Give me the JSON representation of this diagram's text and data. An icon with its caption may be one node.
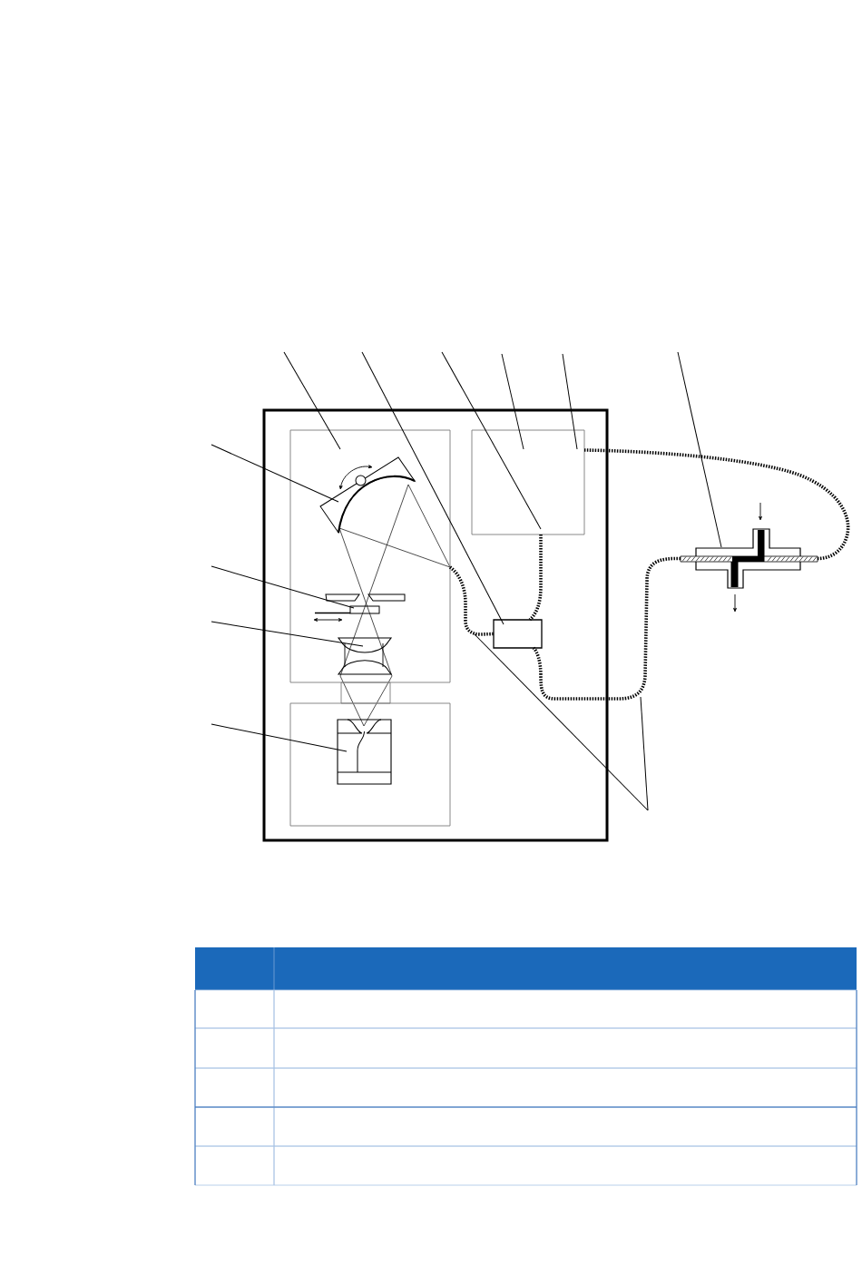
{
  "diagram": {
    "nodes": [
      {
        "text": [],
        "shape": "box"
      },
      {
        "text": [],
        "shape": "box",
        "in": 0
      },
      {
        "text": [],
        "shape": "picture",
        "in": 1
      },
      {
        "text": [],
        "shape": "picture",
        "in": 1
      },
      {
        "text": [],
        "shape": "picture",
        "in": 1
      },
      {
        "text": [],
        "shape": "box",
        "in": 0
      },
      {
        "text": [],
        "shape": "box",
        "in": 0
      },
      {
        "text": [],
        "shape": "box",
        "in": 0
      },
      {
        "text": [],
        "shape": "picture",
        "in": 7
      },
      {
        "text": [],
        "shape": "picture"
      },
      {
        "text": [],
        "shape": "picture",
        "in": 1
      },
      {
        "text": [],
        "shape": "box",
        "in": 0
      }
    ],
    "edges": [
      {
        "from": 5,
        "to": 9,
        "arrow": "none",
        "style": "dashed"
      },
      {
        "from": 9,
        "to": 6,
        "arrow": "none",
        "style": "dashed"
      },
      {
        "from": 5,
        "to": 6,
        "arrow": "none",
        "style": "dashed"
      },
      {
        "from": 1,
        "to": 6,
        "arrow": "none",
        "style": "dashed"
      },
      {
        "from": null,
        "to": 1,
        "arrow": "none"
      },
      {
        "from": null,
        "to": 6,
        "arrow": "none"
      },
      {
        "from": null,
        "to": 5,
        "arrow": "none"
      },
      {
        "from": null,
        "to": 5,
        "arrow": "none"
      },
      {
        "from": null,
        "to": 5,
        "arrow": "none"
      },
      {
        "from": null,
        "to": 9,
        "arrow": "none"
      },
      {
        "from": null,
        "to": 2,
        "arrow": "none"
      },
      {
        "from": null,
        "to": 3,
        "arrow": "none"
      },
      {
        "from": null,
        "to": 4,
        "arrow": "none"
      },
      {
        "from": null,
        "to": 8,
        "arrow": "none"
      }
    ]
  }
}
